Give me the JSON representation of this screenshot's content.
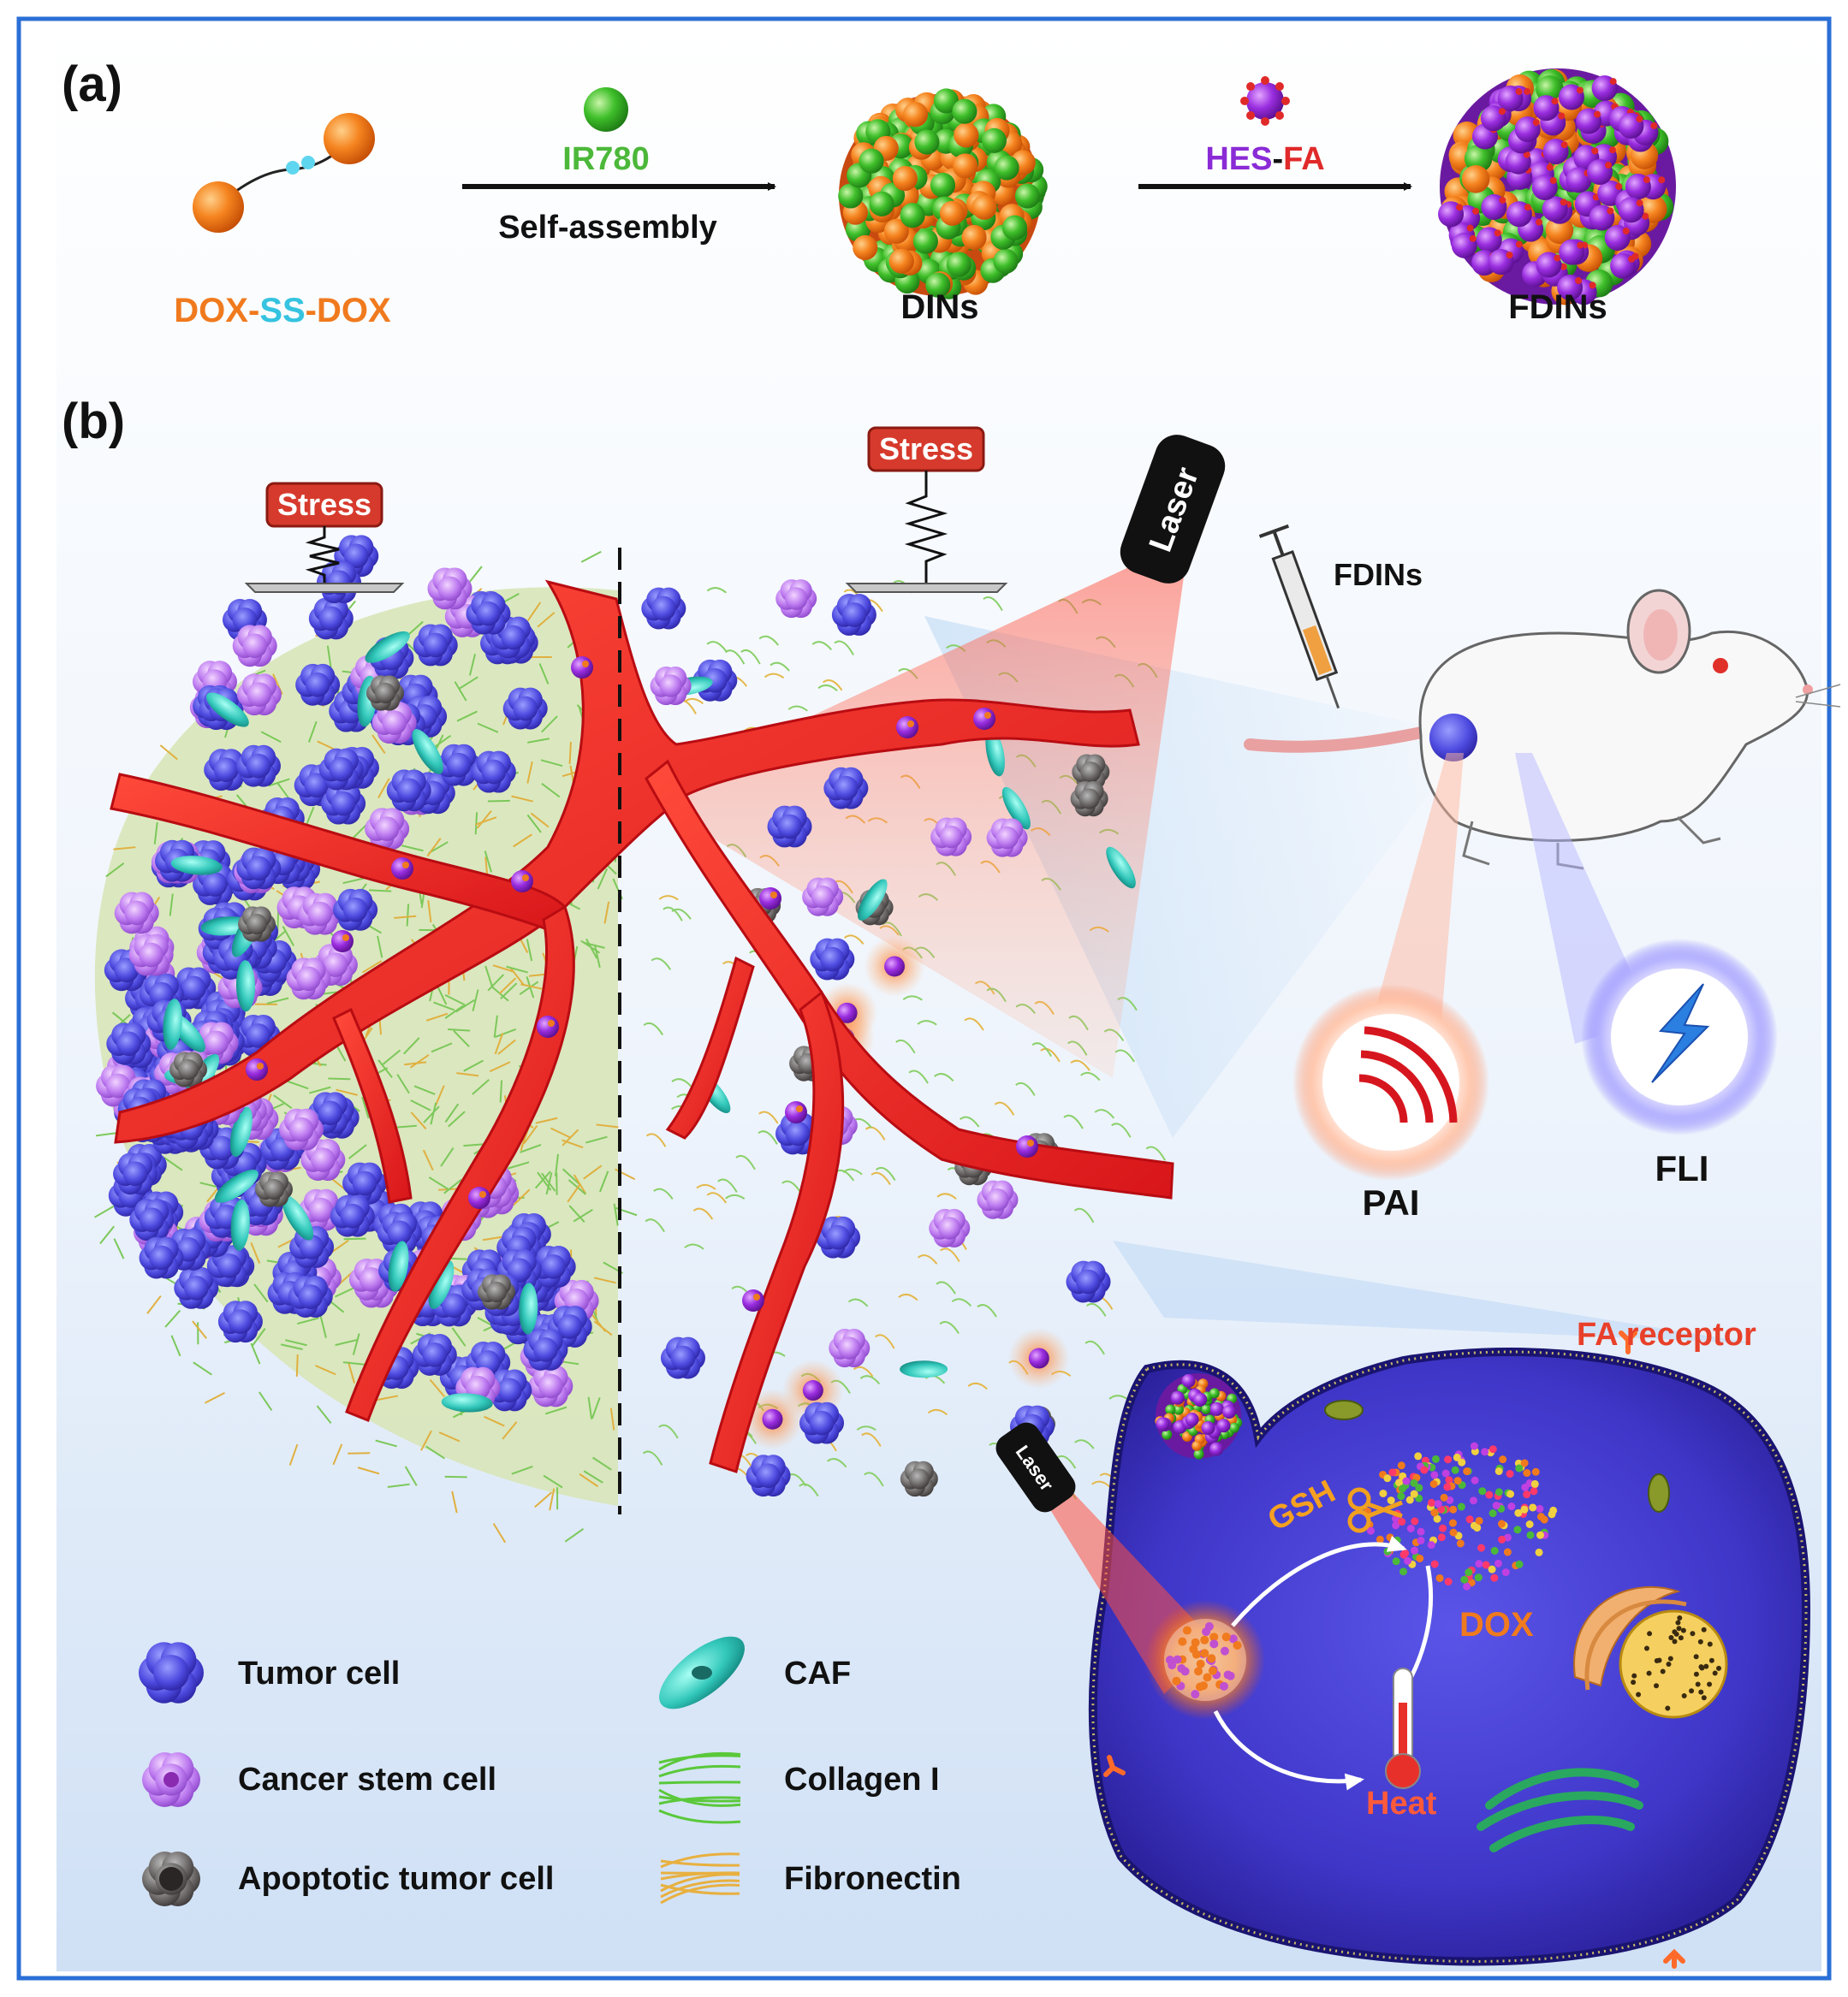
{
  "panel_a": {
    "label": "(a)",
    "dox_ss_dox": {
      "part1": "DOX",
      "sep1": "-",
      "part2": "SS",
      "sep2": "-",
      "part3": "DOX"
    },
    "ir780": "IR780",
    "self_assembly": "Self-assembly",
    "dins": "DINs",
    "hes_fa": {
      "part1": "HES",
      "sep": "-",
      "part2": "FA"
    },
    "fdins": "FDINs"
  },
  "panel_b": {
    "label": "(b)",
    "stress_left": "Stress",
    "stress_right": "Stress",
    "laser_top": "Laser",
    "laser_cell": "Laser",
    "injection_label": "FDINs",
    "pai": "PAI",
    "fli": "FLI",
    "fa_receptor": "FA receptor",
    "gsh": "GSH",
    "dox": "DOX",
    "heat": "Heat"
  },
  "legend": {
    "tumor_cell": "Tumor cell",
    "cancer_stem_cell": "Cancer stem cell",
    "apoptotic_tumor_cell": "Apoptotic tumor cell",
    "caf": "CAF",
    "collagen": "Collagen I",
    "fibronectin": "Fibronectin"
  },
  "colors": {
    "frame": "#2a6fd6",
    "dox_orange": "#f07a1e",
    "ss_cyan": "#35c3e0",
    "ir780_green": "#4cb83a",
    "hes_purple": "#8a2bd6",
    "fa_red": "#e02a2a",
    "stress_red": "#d63a2c",
    "vessel_red": "#f0302a",
    "tumor_blue": "#5a4fe0",
    "stem_violet": "#c27ff0",
    "cell_purple": "#4a3fc8"
  }
}
